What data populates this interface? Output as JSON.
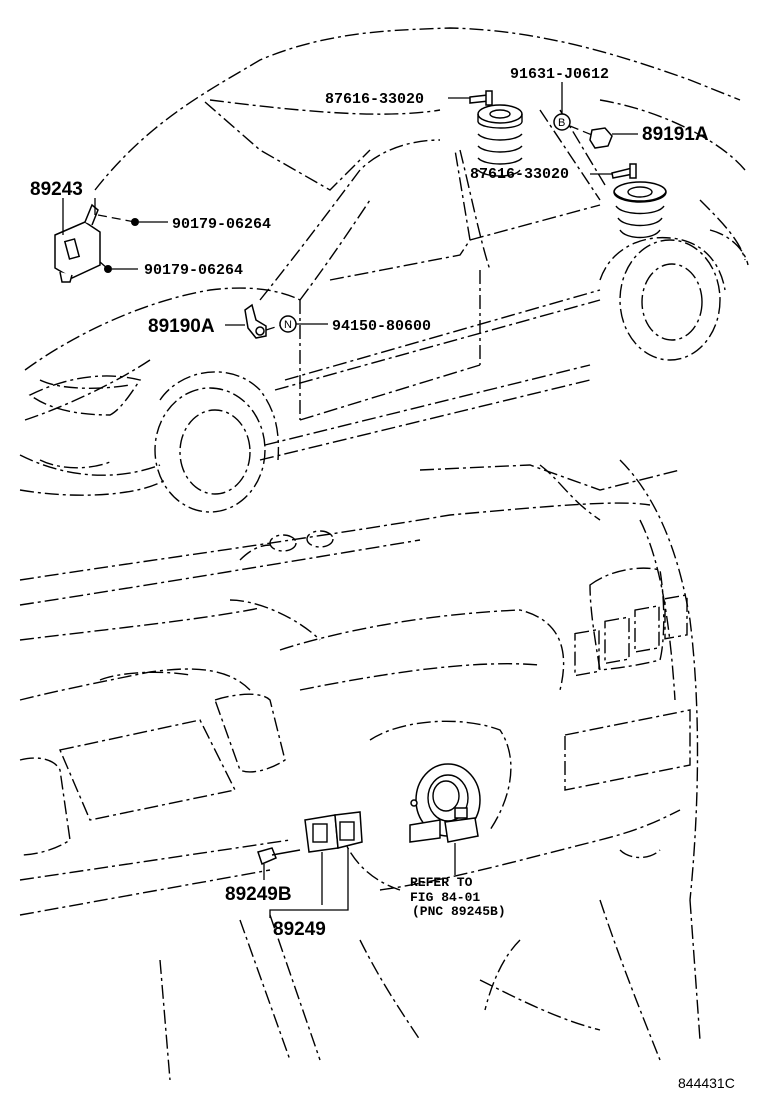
{
  "labels": {
    "p89243": "89243",
    "p90179_a": "90179-06264",
    "p90179_b": "90179-06264",
    "p89190a": "89190A",
    "p94150": "94150-80600",
    "p87616_a": "87616-33020",
    "p87616_b": "87616-33020",
    "p91631": "91631-J0612",
    "p89191a": "89191A",
    "p89249b": "89249B",
    "p89249": "89249",
    "refer_line1": "REFER TO",
    "refer_line2": "FIG 84-01",
    "refer_line3": "(PNC 89245B)",
    "sym_b": "B",
    "sym_n": "N"
  },
  "footer": {
    "code": "844431C"
  },
  "icons": [
    "airbag-sensor-icon",
    "nut-icon",
    "bolt-icon",
    "coil-spring-icon",
    "spiral-cable-icon",
    "switch-icon"
  ]
}
